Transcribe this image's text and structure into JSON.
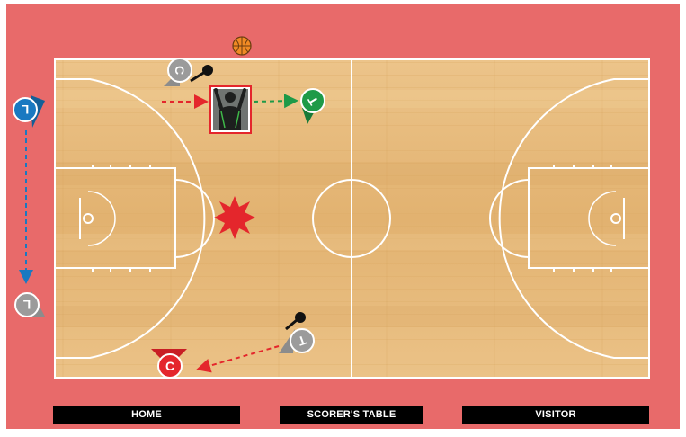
{
  "colors": {
    "surround": "#e86a6a",
    "court": "#e5b877",
    "lines": "#ffffff",
    "home_red": "#e4262c",
    "green": "#1e9a48",
    "blue": "#1979c1",
    "gray": "#9b9b9b",
    "label_bg": "#000000"
  },
  "labels": {
    "home": "HOME",
    "scorers_table": "SCORER'S TABLE",
    "visitor": "VISITOR"
  },
  "officials": [
    {
      "id": "c-top",
      "letter": "C",
      "color": "gray",
      "pointer": "left"
    },
    {
      "id": "t-lead-green",
      "letter": "T",
      "color": "green",
      "pointer": "down"
    },
    {
      "id": "l-blue",
      "letter": "L",
      "color": "blue",
      "pointer": "right"
    },
    {
      "id": "l-gray",
      "letter": "L",
      "color": "gray",
      "pointer": "right"
    },
    {
      "id": "t-gray-bottom",
      "letter": "T",
      "color": "gray",
      "pointer": "left"
    },
    {
      "id": "c-red",
      "letter": "C",
      "color": "red",
      "pointer": "up"
    }
  ],
  "icons": [
    "whistle-icon",
    "basketball-icon",
    "foul-burst-icon",
    "player-photo"
  ]
}
